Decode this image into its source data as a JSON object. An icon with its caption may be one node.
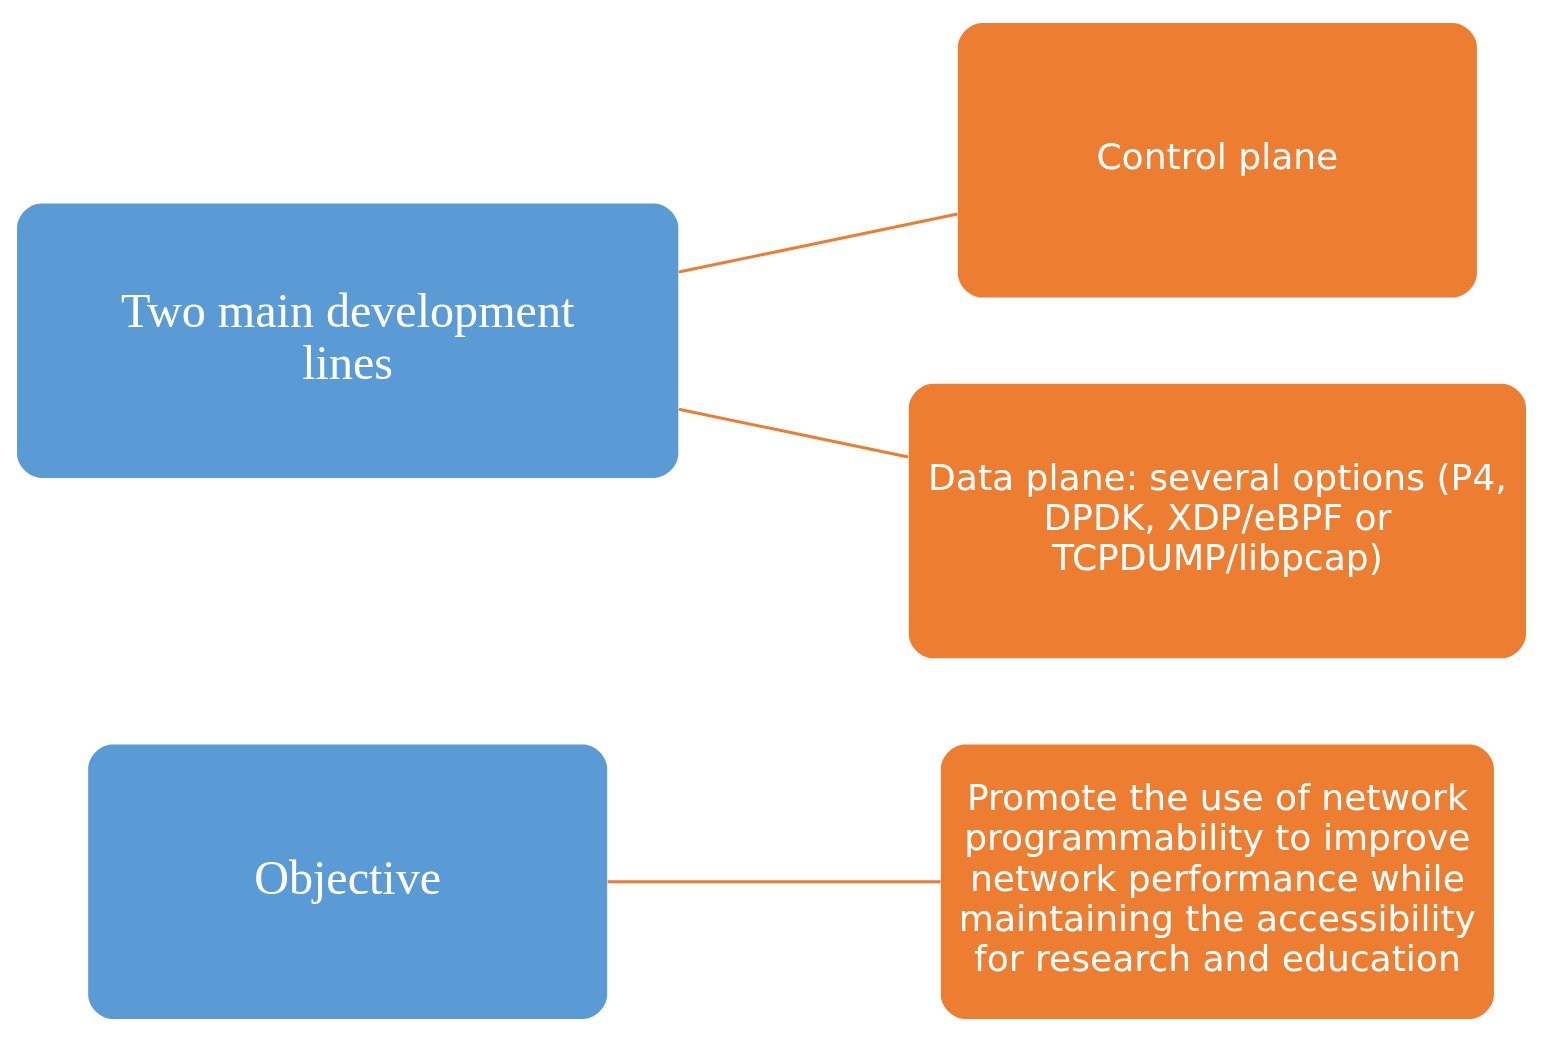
{
  "diagram": {
    "nodes": [
      {
        "text": [
          "Objective"
        ]
      },
      {
        "text": [
          "Promote the use of network programmability to improve network performance while maintaining the accessibility for research and education"
        ]
      },
      {
        "text": [
          "Two main development lines"
        ]
      },
      {
        "text": [
          "Control plane"
        ]
      },
      {
        "text": [
          "Data plane: several options (P4, DPDK, XDP/eBPF or TCPDUMP/libpcap)"
        ]
      }
    ],
    "edges": [
      {
        "from": 0,
        "to": 1,
        "arrow": "none"
      },
      {
        "from": 2,
        "to": 3,
        "arrow": "none"
      },
      {
        "from": 2,
        "to": 4,
        "arrow": "none"
      }
    ]
  }
}
